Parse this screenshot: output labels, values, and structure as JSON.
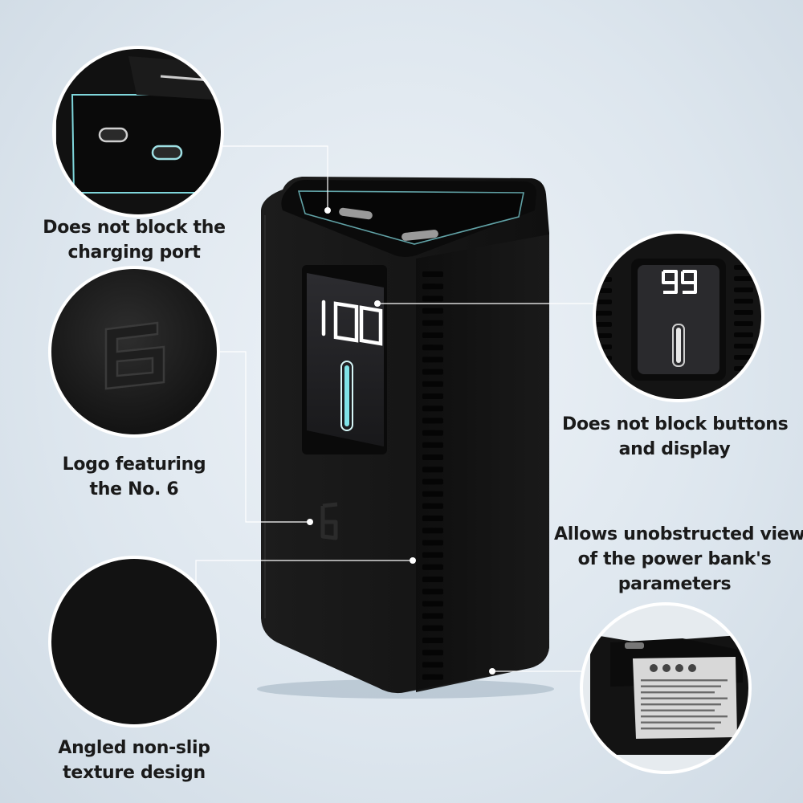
{
  "captions": {
    "charging_port": {
      "line1": "Does not block the",
      "line2": "charging port"
    },
    "logo": {
      "line1": "Logo featuring",
      "line2": "the No. 6"
    },
    "texture": {
      "line1": "Angled non-slip",
      "line2": "texture design"
    },
    "buttons_display": {
      "line1": "Does not block buttons",
      "line2": "and display"
    },
    "parameters": {
      "line1": "Allows unobstructed view",
      "line2": "of the power bank's",
      "line3": "parameters"
    }
  },
  "display": {
    "main_reading": "100",
    "zoom_reading": "99"
  },
  "colors": {
    "case": "#141414",
    "accent": "#7fe3e8",
    "background": "#dde6ee",
    "text": "#1a1a1a"
  }
}
